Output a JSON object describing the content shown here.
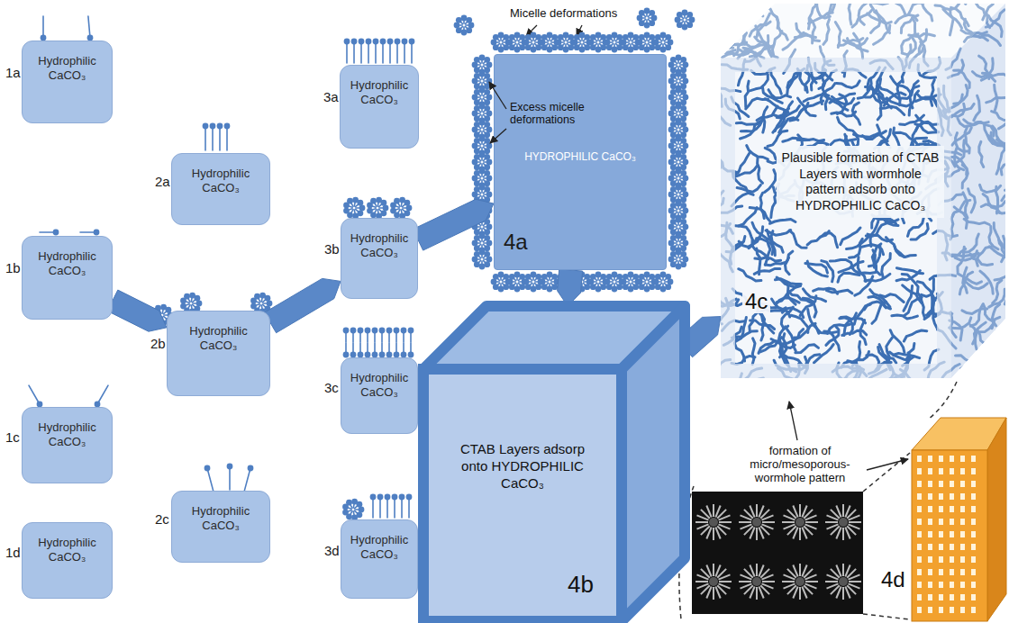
{
  "diagram": {
    "nodes": [
      {
        "text": [
          "1a",
          "Hydrophilic CaCO₃"
        ]
      },
      {
        "text": [
          "1b",
          "Hydrophilic CaCO₃"
        ]
      },
      {
        "text": [
          "1c",
          "Hydrophilic CaCO₃"
        ]
      },
      {
        "text": [
          "1d",
          "Hydrophilic CaCO₃"
        ]
      },
      {
        "text": [
          "2a",
          "Hydrophilic CaCO₃"
        ]
      },
      {
        "text": [
          "2b",
          "Hydrophilic CaCO₃"
        ]
      },
      {
        "text": [
          "2c",
          "Hydrophilic CaCO₃"
        ]
      },
      {
        "text": [
          "3a",
          "Hydrophilic CaCO₃"
        ]
      },
      {
        "text": [
          "3b",
          "Hydrophilic CaCO₃"
        ]
      },
      {
        "text": [
          "3c",
          "Hydrophilic CaCO₃"
        ]
      },
      {
        "text": [
          "3d",
          "Hydrophilic CaCO₃"
        ]
      },
      {
        "text": [
          "HYDROPHILIC CaCO₃",
          "4a"
        ]
      },
      {
        "text": [
          "CTAB Layers adsorp onto HYDROPHILIC CaCO₃",
          "4b"
        ]
      },
      {
        "text": [
          "Plausible formation of CTAB Layers with wormhole pattern adsorb onto HYDROPHILIC CaCO₃",
          "4c"
        ]
      }
    ],
    "edges": [
      {
        "from": 1,
        "to": 5,
        "arrow": "to"
      },
      {
        "from": 5,
        "to": 8,
        "arrow": "to"
      },
      {
        "from": 8,
        "to": 11,
        "arrow": "to"
      },
      {
        "from": 11,
        "to": 12,
        "arrow": "to"
      },
      {
        "from": 12,
        "to": 13,
        "arrow": "to"
      }
    ],
    "labels": [
      "Micelle deformations",
      "Excess micelle deformations",
      "formation of micro/mesoporous-wormhole pattern",
      "4d"
    ]
  }
}
